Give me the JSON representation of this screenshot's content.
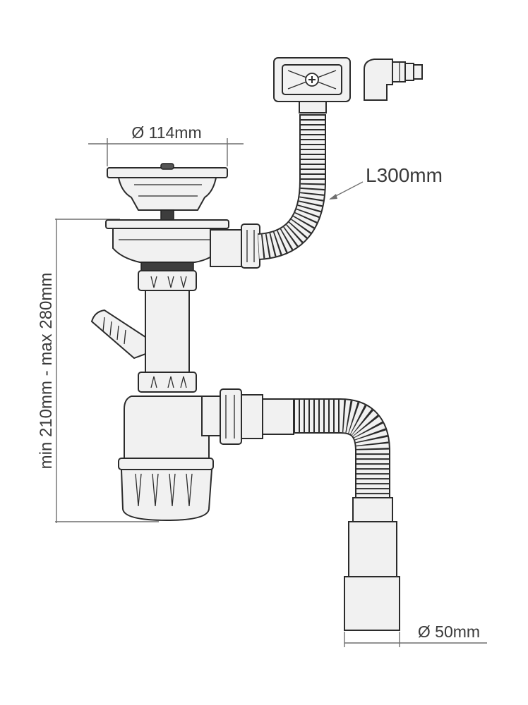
{
  "labels": {
    "diameter_top": "Ø 114mm",
    "hose_length": "L300mm",
    "height_range": "min 210mm - max 280mm",
    "diameter_bottom": "Ø 50mm"
  },
  "colors": {
    "line": "#2b2b2b",
    "fill": "#f1f1f1",
    "dim": "#6f6f6f",
    "text": "#3a3a3a"
  }
}
